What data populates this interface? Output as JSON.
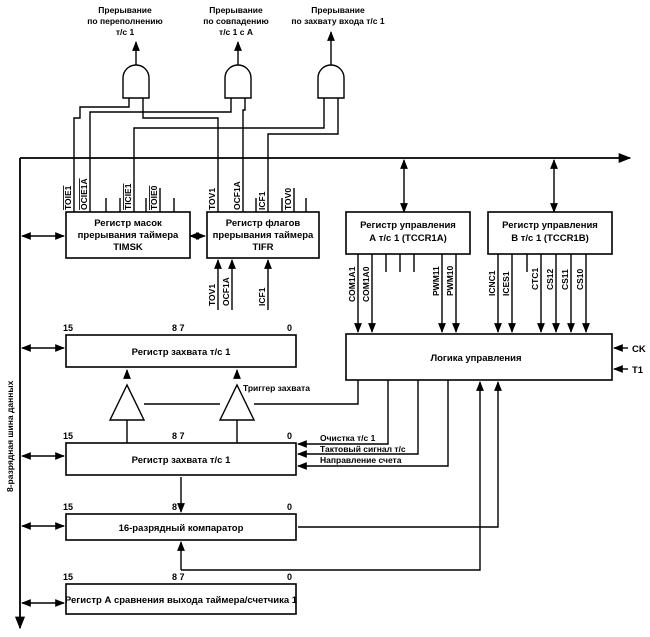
{
  "interrupts": {
    "overflow": [
      "Прерывание",
      "по переполнению",
      "т/с 1"
    ],
    "compare": [
      "Прерывание",
      "по совпадению",
      "т/с 1 с А"
    ],
    "capture": [
      "Прерывание",
      "по захвату входа т/с 1"
    ]
  },
  "timsk": {
    "title": [
      "Регистр масок",
      "прерывания таймера",
      "TIMSK"
    ],
    "bits": [
      "TOIE1",
      "OCIE1A",
      "TICIE1",
      "TOIE0"
    ]
  },
  "tifr": {
    "title": [
      "Регистр флагов",
      "прерывания таймера",
      "TIFR"
    ],
    "bits": [
      "TOV1",
      "OCF1A",
      "ICF1",
      "TOV0"
    ],
    "outputs": [
      "TOV1",
      "OCF1A",
      "ICF1"
    ]
  },
  "tccr1a": {
    "title": [
      "Регистр управления",
      "А т/с 1 (TCCR1A)"
    ],
    "bits": [
      "COM1A1",
      "COM1A0",
      "PWM11",
      "PWM10"
    ]
  },
  "tccr1b": {
    "title": [
      "Регистр управления",
      "В т/с 1 (TCCR1B)"
    ],
    "bits": [
      "ICNC1",
      "ICES1",
      "CTC1",
      "CS12",
      "CS11",
      "CS10"
    ]
  },
  "control_logic": {
    "label": "Логика управления",
    "inputs": [
      "CK",
      "T1"
    ]
  },
  "capture_register": {
    "label": "Регистр захвата т/с 1"
  },
  "capture_trigger": {
    "label": "Триггер захвата"
  },
  "counter_register": {
    "label": "Регистр захвата т/с 1"
  },
  "signals": [
    "Очистка т/с 1",
    "Тактовый сигнал т/с",
    "Направление счета"
  ],
  "comparator": {
    "label": "16-разрядный компаратор"
  },
  "compare_register": {
    "label": "Регистр А сравнения выхода таймера/счетчика 1"
  },
  "bus": {
    "label": "8-разрядная шина данных"
  },
  "bit_marks": {
    "msb": "15",
    "mid": "8 7",
    "mid_alt": "8 7",
    "lsb": "0"
  }
}
